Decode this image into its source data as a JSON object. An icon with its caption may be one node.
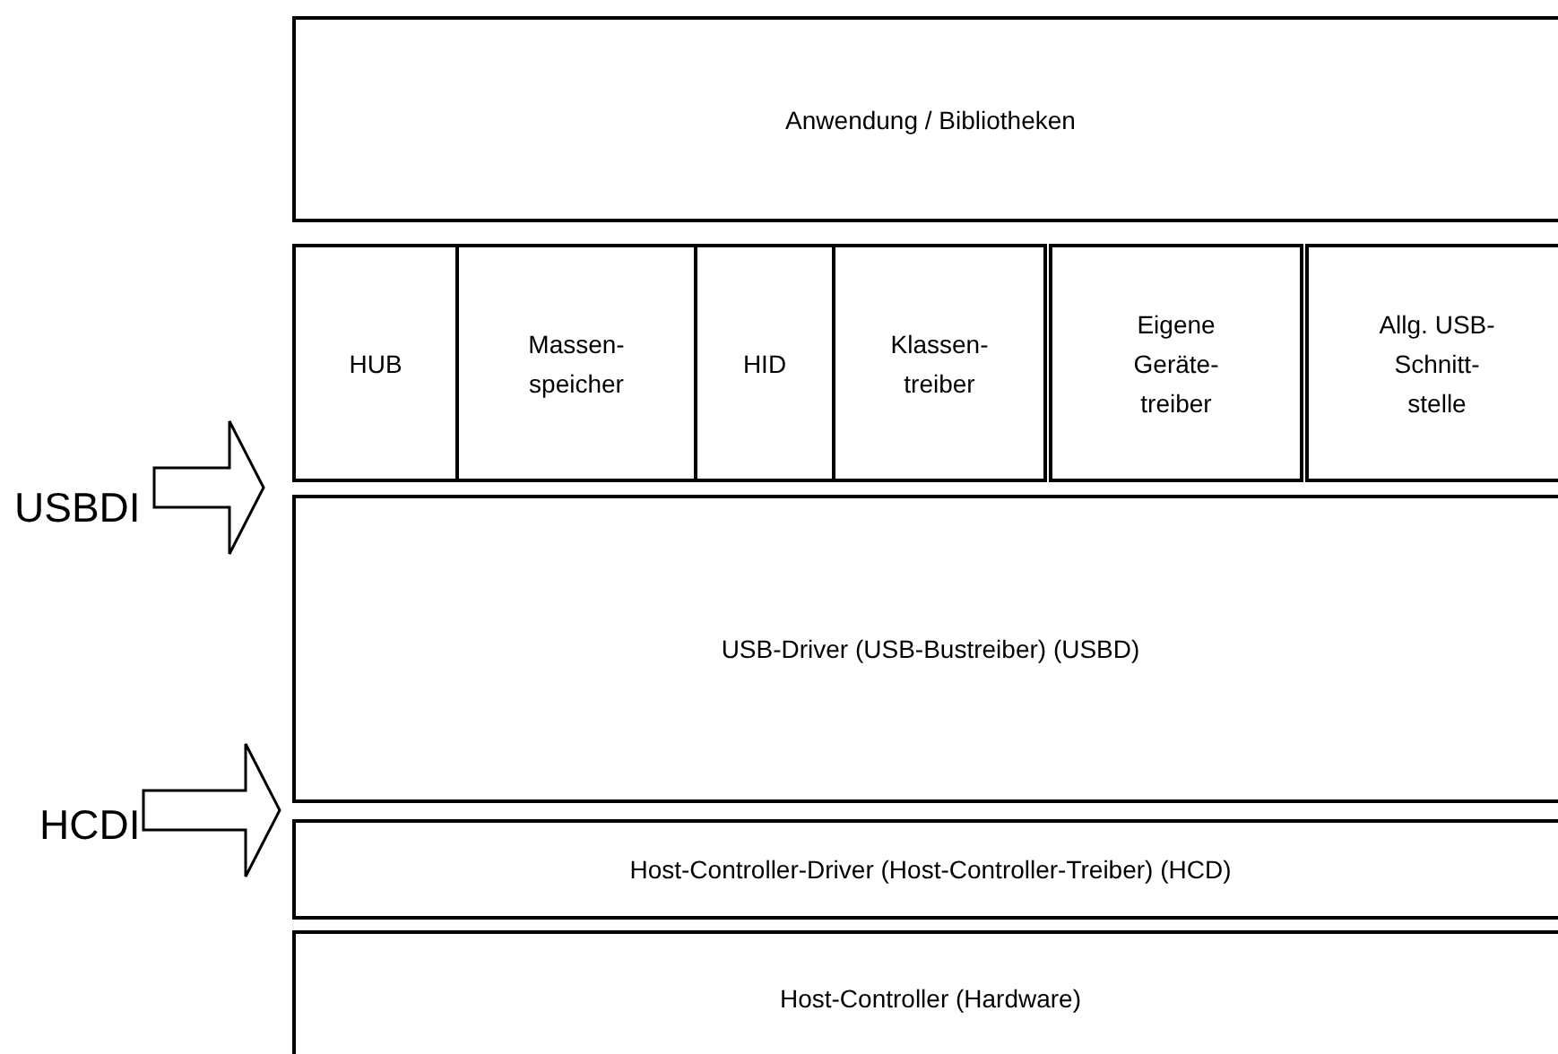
{
  "diagram": {
    "nodes": [
      {
        "text": [
          "Anwendung / Bibliotheken"
        ]
      },
      {
        "text": [
          "HUB"
        ]
      },
      {
        "text": [
          "Massen- speicher"
        ]
      },
      {
        "text": [
          "HID"
        ]
      },
      {
        "text": [
          "Klassen- treiber"
        ]
      },
      {
        "text": [
          "Eigene Geräte- treiber"
        ]
      },
      {
        "text": [
          "Allg. USB- Schnitt- stelle"
        ]
      },
      {
        "text": [
          "USBDI"
        ]
      },
      {
        "text": [
          "USB-Driver (USB-Bustreiber) (USBD)"
        ]
      },
      {
        "text": [
          "HCDI"
        ]
      },
      {
        "text": [
          "Host-Controller-Driver (Host-Controller-Treiber) (HCD)"
        ]
      },
      {
        "text": [
          "Host-Controller (Hardware)"
        ]
      }
    ],
    "edges": [
      {
        "from": 7,
        "to": null,
        "arrow": "to"
      },
      {
        "from": 9,
        "to": null,
        "arrow": "to"
      }
    ]
  }
}
